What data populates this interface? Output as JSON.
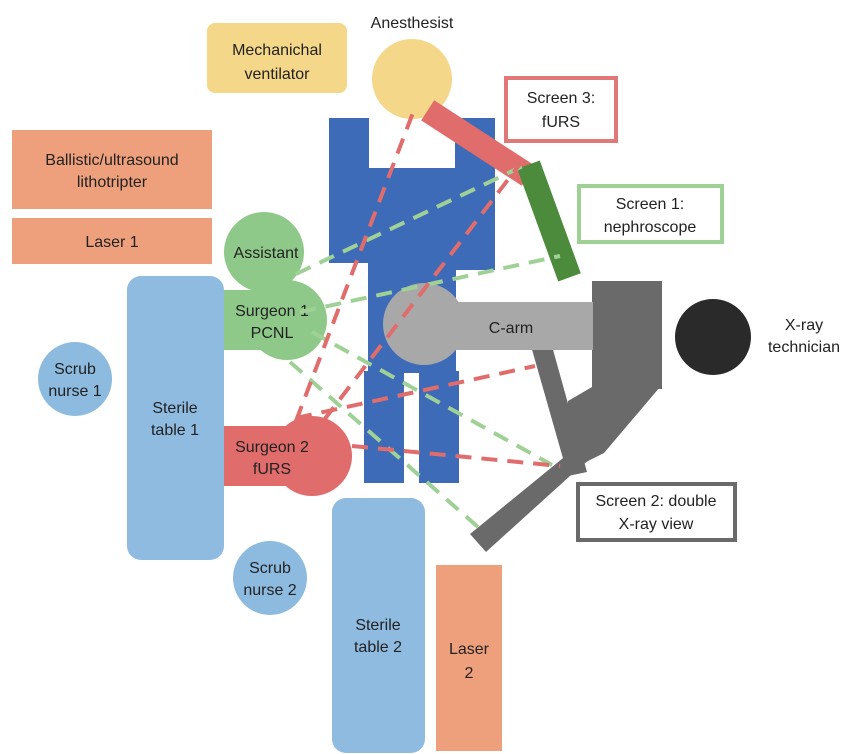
{
  "colors": {
    "patient": "#3d6bb8",
    "staff_green": "#8fc98a",
    "staff_red": "#e06c6c",
    "staff_blue": "#8dbbe0",
    "sterile_table": "#8fbbe1",
    "equipment_orange": "#eea07c",
    "anesthesist": "#f5d789",
    "ventilator": "#f5d789",
    "carm": "#a8a8a8",
    "carm_dark": "#6a6a6a",
    "xray_tech": "#2a2a2a",
    "screen1_border": "#9fd196",
    "screen2_border": "#6a6a6a",
    "screen3_border": "#e07878",
    "screen1_panel": "#4c8a3c",
    "screen3_panel": "#e06c6c",
    "sightline_green": "#9fd196",
    "sightline_red": "#e06c6c"
  },
  "labels": {
    "anesthesist": "Anesthesist",
    "ventilator": [
      "Mechanichal",
      "ventilator"
    ],
    "lithotripter": [
      "Ballistic/ultrasound",
      "lithotripter"
    ],
    "laser1": "Laser 1",
    "assistant": "Assistant",
    "surgeon1": [
      "Surgeon 1",
      "PCNL"
    ],
    "surgeon2": [
      "Surgeon 2",
      "fURS"
    ],
    "scrub1": [
      "Scrub",
      "nurse 1"
    ],
    "scrub2": [
      "Scrub",
      "nurse 2"
    ],
    "sterile1": [
      "Sterile",
      "table 1"
    ],
    "sterile2": [
      "Sterile",
      "table 2"
    ],
    "laser2": [
      "Laser",
      "2"
    ],
    "carm": "C-arm",
    "xray_tech": [
      "X-ray",
      "technician"
    ],
    "screen1": [
      "Screen 1:",
      "nephroscope"
    ],
    "screen2": [
      "Screen 2: double",
      "X-ray view"
    ],
    "screen3": [
      "Screen 3:",
      "fURS"
    ]
  }
}
